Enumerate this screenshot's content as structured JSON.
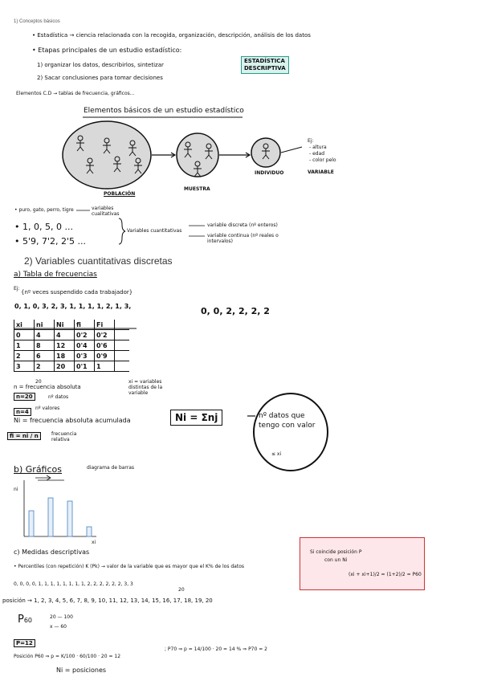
{
  "header": {
    "section1": "1) Conceptos básicos"
  },
  "concepts": {
    "estadistica": "• Estadística → ciencia relacionada con la recogida, organización, descripción, análisis de los datos",
    "etapas": "• Etapas principales de un estudio estadístico:",
    "step1": "1) organizar los datos, describirlos, sintetizar",
    "step2": "2) Sacar conclusiones para tomar decisiones",
    "box_descriptiva": [
      "ESTADÍSTICA",
      "DESCRIPTIVA"
    ],
    "elementos_cd": "Elementos C.D → tablas de frecuencia, gráficos..."
  },
  "diagram": {
    "title": "Elementos básicos de un estudio estadístico",
    "poblacion": "POBLACIÓN",
    "muestra": "MUESTRA",
    "individuo": "INDIVIDUO",
    "variable": "VARIABLE",
    "example_label": "Ej:",
    "examples": [
      "- altura",
      "- edad",
      "- color pelo"
    ]
  },
  "variables": {
    "row1": "• puro, gato, perro, tigre",
    "row1_result": "variables cualitativas",
    "row2": "• 1, 0, 5, 0 ...",
    "row3": "• 5'9, 7'2, 2'5 ...",
    "cuantitativas": "Variables cuantitativas",
    "discreta": "variable discreta (nº enteros)",
    "continua": "variable continua (nº reales o intervalos)"
  },
  "section2": {
    "title": "2) Variables cuantitativas discretas"
  },
  "tabla": {
    "heading": "a) Tabla de frecuencias",
    "ej_label": "Ej:",
    "ej_text": "{nº veces suspendido cada trabajador}",
    "sequence": "0, 1, 0, 3, 2, 3, 1, 1, 1, 1, 2, 1, 3,",
    "sequence_big": "0, 0, 2, 2, 2, 2",
    "headers": [
      "xi",
      "ni",
      "Ni",
      "fi",
      "Fi"
    ],
    "rows": [
      [
        "0",
        "4",
        "4",
        "0'2",
        "0'2"
      ],
      [
        "1",
        "8",
        "12",
        "0'4",
        "0'6"
      ],
      [
        "2",
        "6",
        "18",
        "0'3",
        "0'9"
      ],
      [
        "3",
        "2",
        "20",
        "0'1",
        "1"
      ]
    ],
    "total_n": "20",
    "n_def": "n = frecuencia absoluta",
    "n_box": "n=20",
    "n_note": "nº datos",
    "xi_def": "xi = variables distintas de la variable",
    "n4_box": "n=4",
    "n4_note": "nº valores",
    "Ni_def": "Ni = frecuencia absoluta acumulada",
    "Ni_formula": "Ni = Σnj",
    "fi_formula": "fi = ni / n",
    "fi_def": "frecuencia relativa",
    "bubble": "nº datos que tengo con valor",
    "bubble_sub": "≤ xi"
  },
  "graficos": {
    "heading": "b) Gráficos",
    "subheading": "diagrama de barras",
    "axis_y": "ni",
    "axis_x": "xi"
  },
  "medidas": {
    "heading": "c) Medidas descriptivas",
    "percentiles": "• Percentiles (con repetición) K (Pk) → valor de la variable que es mayor que el K% de los datos",
    "data": "0, 0, 0, 0, 1, 1, 1, 1, 1, 1, 1, 1, 2, 2, 2, 2, 2, 2, 3, 3",
    "data_count": "20",
    "posicion": "posición → 1, 2, 3, 4, 5, 6, 7, 8, 9, 10, 11, 12, 13, 14, 15, 16, 17, 18, 19, 20",
    "p_label": "P",
    "p_sub": "60",
    "p_line1": "20 — 100",
    "p_line2": "x — 60",
    "p_box": "P=12",
    "pos_formula": "Posición P60 ⇒ p = K/100 · 60/100 · 20 = 12",
    "pos_formula2": "; P70 ⇒ p = 14/100 · 20 = 14 % ⇒ P70 = 2",
    "Ni_pos": "Ni = posiciones",
    "warn_text1": "Si coincide posición P",
    "warn_text2": "con un Ni",
    "warn_formula": "(xi + xi+1)/2 = (1+2)/2 = P60"
  }
}
